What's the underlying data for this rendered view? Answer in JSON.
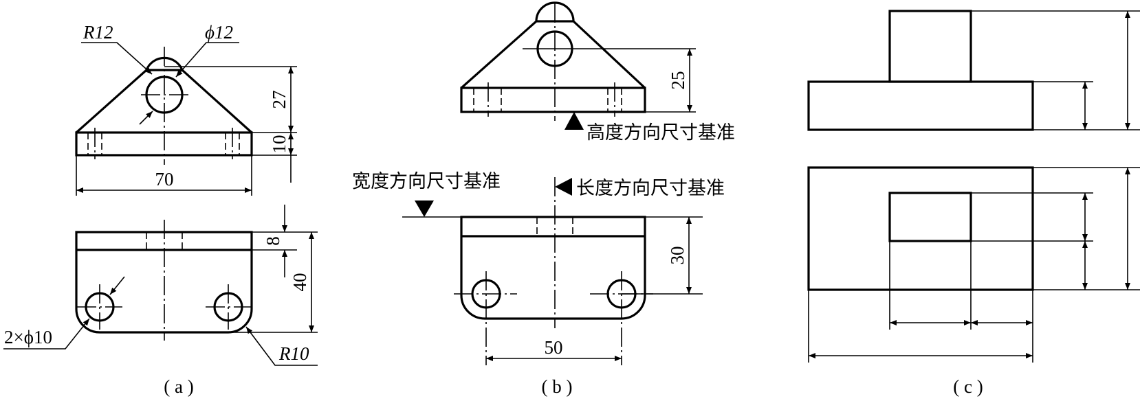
{
  "figure_a": {
    "caption": "( a )",
    "dims": {
      "r12": "R12",
      "phi12": "ϕ12",
      "d27": "27",
      "d10": "10",
      "d70": "70",
      "d8": "8",
      "d40": "40",
      "holes": "2×ϕ10",
      "r10": "R10"
    }
  },
  "figure_b": {
    "caption": "( b )",
    "dims": {
      "d25": "25",
      "d30": "30",
      "d50": "50"
    },
    "datums": {
      "height": "高度方向尺寸基准",
      "width": "宽度方向尺寸基准",
      "length": "长度方向尺寸基准"
    }
  },
  "figure_c": {
    "caption": "( c )"
  }
}
